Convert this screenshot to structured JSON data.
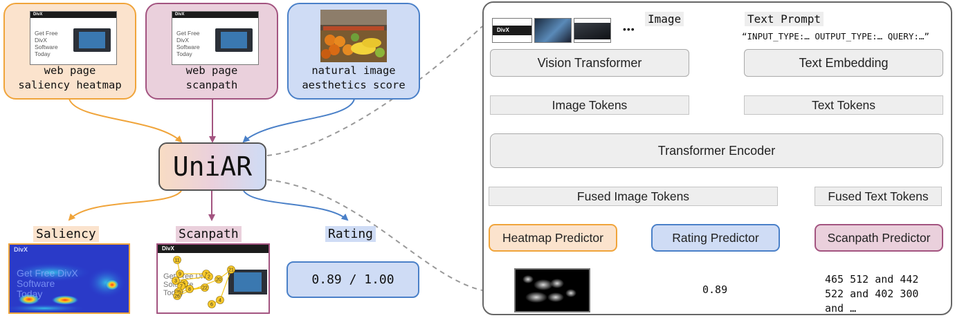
{
  "tasks": [
    {
      "label": "web page\nsaliency heatmap",
      "fill": "#fbe3cd",
      "border": "#f0a43a"
    },
    {
      "label": "web page\nscanpath",
      "fill": "#ead0dc",
      "border": "#a35480"
    },
    {
      "label": "natural image\naesthetics score",
      "fill": "#cfdcf5",
      "border": "#4a80c8"
    }
  ],
  "thumb_text": {
    "brand": "DivX",
    "headline": "Get Free DivX Software Today"
  },
  "model_name": "UniAR",
  "outputs": {
    "saliency_label": "Saliency",
    "scanpath_label": "Scanpath",
    "rating_label": "Rating",
    "rating_value": "0.89 / 1.00",
    "scanpath_numbers": [
      "11",
      "9",
      "1",
      "2",
      "3",
      "5",
      "7",
      "8",
      "22",
      "25",
      "26",
      "20",
      "21",
      "4",
      "6"
    ]
  },
  "architecture": {
    "image_heading": "Image",
    "ellipsis": "•••",
    "text_prompt_heading": "Text Prompt",
    "text_prompt": "“INPUT_TYPE:… OUTPUT_TYPE:… QUERY:…”",
    "vision_transformer": "Vision Transformer",
    "text_embedding": "Text Embedding",
    "image_tokens": "Image Tokens",
    "text_tokens": "Text Tokens",
    "transformer_encoder": "Transformer Encoder",
    "fused_image_tokens": "Fused Image Tokens",
    "fused_text_tokens": "Fused Text Tokens",
    "heatmap_predictor": "Heatmap Predictor",
    "rating_predictor": "Rating Predictor",
    "scanpath_predictor": "Scanpath Predictor",
    "rating_output": "0.89",
    "scanpath_output": "465 512 and 442\n522 and 402 300\nand …"
  },
  "colors": {
    "orange": "#f0a43a",
    "orange_fill": "#fbe3cd",
    "magenta": "#a35480",
    "magenta_fill": "#ead0dc",
    "blue": "#4a80c8",
    "blue_fill": "#cfdcf5",
    "gray_fill": "#eeeeee",
    "arrow": "#555555"
  }
}
